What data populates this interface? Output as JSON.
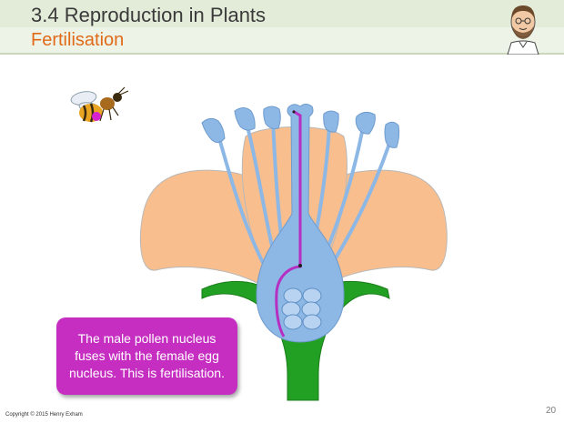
{
  "slide": {
    "title": "3.4 Reproduction in Plants",
    "subtitle": "Fertilisation",
    "callout": "The male pollen nucleus fuses with the female egg nucleus. This is fertilisation.",
    "copyright": "Copyright © 2015 Henry Exham",
    "page_number": "20"
  },
  "colors": {
    "header_bg": "#e3ecd9",
    "subtitle": "#e06a18",
    "petal": "#f8be8e",
    "stamen": "#8db8e6",
    "stem": "#22a023",
    "pollen_tube": "#b52fc2",
    "callout_bg": "#c62ec2"
  },
  "icons": [
    "teacher-avatar-icon",
    "bee-icon"
  ]
}
